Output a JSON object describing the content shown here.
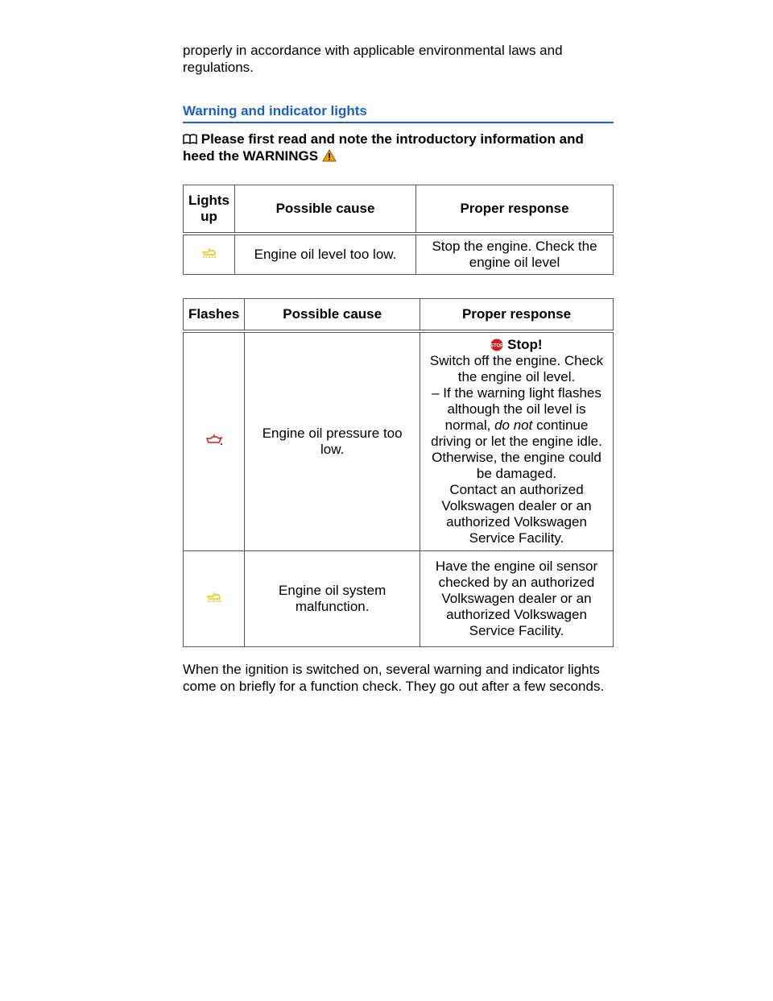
{
  "intro_text": "properly in accordance with applicable environmental laws and regulations.",
  "section_title": "Warning and indicator lights",
  "note_text": "Please first read and note the introductory information and heed the WARNINGS",
  "table1": {
    "headers": [
      "Lights up",
      "Possible cause",
      "Proper response"
    ],
    "rows": [
      {
        "icon": "oil-level-icon",
        "cause": "Engine oil level too low.",
        "response": "Stop the engine. Check the engine oil level"
      }
    ]
  },
  "table2": {
    "headers": [
      "Flashes",
      "Possible cause",
      "Proper response"
    ],
    "rows": [
      {
        "icon": "oil-pressure-icon",
        "cause": "Engine oil pressure too low.",
        "stop_label": "Stop!",
        "resp_1": "Switch off the engine. Check the engine oil level.",
        "resp_2": "– If the warning light flashes although the oil level is normal,",
        "resp_2_italic": "do not",
        "resp_2_end": "continue driving or let the engine idle. Otherwise, the engine could be damaged.",
        "resp_3": "Contact an authorized Volkswagen dealer or an authorized Volkswagen Service Facility."
      },
      {
        "icon": "oil-sensor-icon",
        "cause": "Engine oil system malfunction.",
        "response": "Have the engine oil sensor checked by an authorized Volkswagen dealer or an authorized Volkswagen Service Facility."
      }
    ]
  },
  "outro_text": "When the ignition is switched on, several warning and indicator lights come on briefly for a function check. They go out after a few seconds.",
  "colors": {
    "heading": "#1a5fc9",
    "amber": "#f2c400",
    "red": "#d8191c",
    "warning": "#f0a500"
  }
}
